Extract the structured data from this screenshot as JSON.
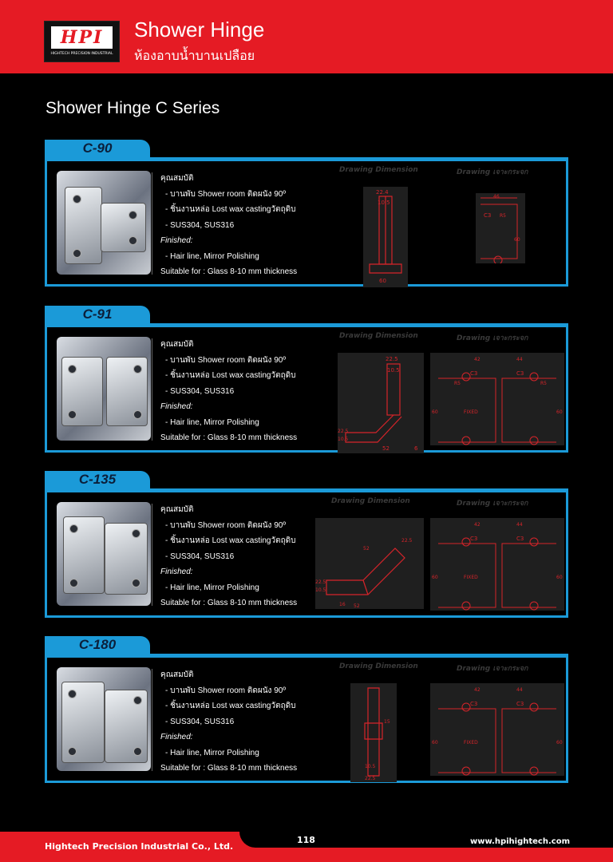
{
  "header": {
    "logo_text": "HPI",
    "logo_sub": "HIGHTECH PRECISION INDUSTRIAL",
    "title": "Shower Hinge",
    "subtitle": "ห้องอาบน้ำบานเปลือย"
  },
  "page_title": "Shower Hinge C Series",
  "sections": [
    {
      "model": "C-90",
      "specs": {
        "heading": "คุณสมบัติ",
        "line1": "- บานพับ Shower room ติดผนัง 90º",
        "line2": "- ชิ้นงานหล่อ Lost wax castingวัตถุดิบ",
        "line3": "- SUS304, SUS316",
        "finished_label": "Finished:",
        "finish": "- Hair line, Mirror Polishing",
        "suitable": "Suitable for : Glass 8-10 mm thickness"
      },
      "drawing_label_1": "Drawing Dimension",
      "drawing_label_2": "Drawing เจาะกระจก",
      "dims_1": [
        "22.4",
        "10.5",
        "60"
      ],
      "dims_2": [
        "46",
        "C3",
        "R5",
        "60"
      ]
    },
    {
      "model": "C-91",
      "specs": {
        "heading": "คุณสมบัติ",
        "line1": "- บานพับ Shower room ติดผนัง 90º",
        "line2": "- ชิ้นงานหล่อ Lost wax castingวัตถุดิบ",
        "line3": "- SUS304, SUS316",
        "finished_label": "Finished:",
        "finish": "- Hair line, Mirror Polishing",
        "suitable": "Suitable for : Glass 8-10 mm thickness"
      },
      "drawing_label_1": "Drawing Dimension",
      "drawing_label_2": "Drawing เจาะกระจก",
      "dims_1": [
        "22.5",
        "10.5",
        "22.5",
        "10.5",
        "52",
        "6"
      ],
      "dims_2": [
        "42",
        "44",
        "C3",
        "C3",
        "R5",
        "R5",
        "FIXED",
        "60",
        "60"
      ]
    },
    {
      "model": "C-135",
      "specs": {
        "heading": "คุณสมบัติ",
        "line1": "- บานพับ Shower room ติดผนัง 90º",
        "line2": "- ชิ้นงานหล่อ Lost wax castingวัตถุดิบ",
        "line3": "- SUS304, SUS316",
        "finished_label": "Finished:",
        "finish": "- Hair line, Mirror Polishing",
        "suitable": "Suitable for : Glass 8-10 mm thickness"
      },
      "drawing_label_1": "Drawing Dimension",
      "drawing_label_2": "Drawing เจาะกระจก",
      "dims_1": [
        "22.5",
        "10.5",
        "16",
        "52",
        "52",
        "22.5"
      ],
      "dims_2": [
        "42",
        "44",
        "C3",
        "C3",
        "FIXED",
        "60",
        "60"
      ]
    },
    {
      "model": "C-180",
      "specs": {
        "heading": "คุณสมบัติ",
        "line1": "- บานพับ Shower room ติดผนัง 90º",
        "line2": "- ชิ้นงานหล่อ Lost wax castingวัตถุดิบ",
        "line3": "- SUS304, SUS316",
        "finished_label": "Finished:",
        "finish": "- Hair line, Mirror Polishing",
        "suitable": "Suitable for : Glass 8-10 mm thickness"
      },
      "drawing_label_1": "Drawing Dimension",
      "drawing_label_2": "Drawing เจาะกระจก",
      "dims_1": [
        "15",
        "10.5",
        "22.5"
      ],
      "dims_2": [
        "42",
        "44",
        "C3",
        "C3",
        "FIXED",
        "60",
        "60"
      ]
    }
  ],
  "footer": {
    "company": "Hightech Precision Industrial Co., Ltd.",
    "page_number": "118",
    "website": "www.hpihightech.com"
  },
  "colors": {
    "brand_red": "#e51b24",
    "accent_blue": "#1b9ad8",
    "drawing_red": "#d6242a"
  }
}
